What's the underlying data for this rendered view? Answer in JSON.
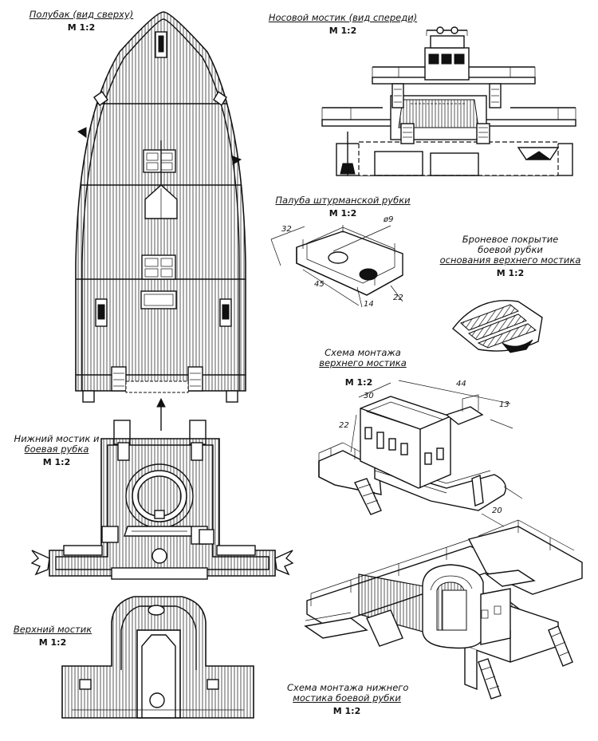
{
  "captions": {
    "forecastle": {
      "title": "Полубак (вид сверху)",
      "scale": "М 1:2"
    },
    "bow_bridge": {
      "title": "Носовой мостик (вид спереди)",
      "scale": "М 1:2"
    },
    "chartroom_deck": {
      "title": "Палуба штурманской рубки",
      "scale": "М 1:2"
    },
    "armor": {
      "line1": "Броневое покрытие",
      "line2": "боевой рубки",
      "line3": "основания верхнего мостика",
      "scale": "М 1:2"
    },
    "upper_assembly": {
      "line1": "Схема монтажа",
      "line2": "верхнего мостика",
      "scale": "М 1:2"
    },
    "lower_bridge": {
      "line1": "Нижний мостик и",
      "line2": "боевая рубка",
      "scale": "М 1:2"
    },
    "upper_bridge": {
      "title": "Верхний мостик",
      "scale": "М 1:2"
    },
    "lower_assembly": {
      "line1": "Схема монтажа нижнего",
      "line2": "мостика боевой рубки",
      "scale": "М 1:2"
    }
  },
  "dimensions": {
    "chartroom": {
      "d32": "32",
      "d9": "ø9",
      "d45": "45",
      "d14": "14",
      "d22": "22"
    },
    "upper": {
      "d30": "30",
      "d44": "44",
      "d13": "13",
      "d22": "22",
      "d20": "20"
    }
  }
}
